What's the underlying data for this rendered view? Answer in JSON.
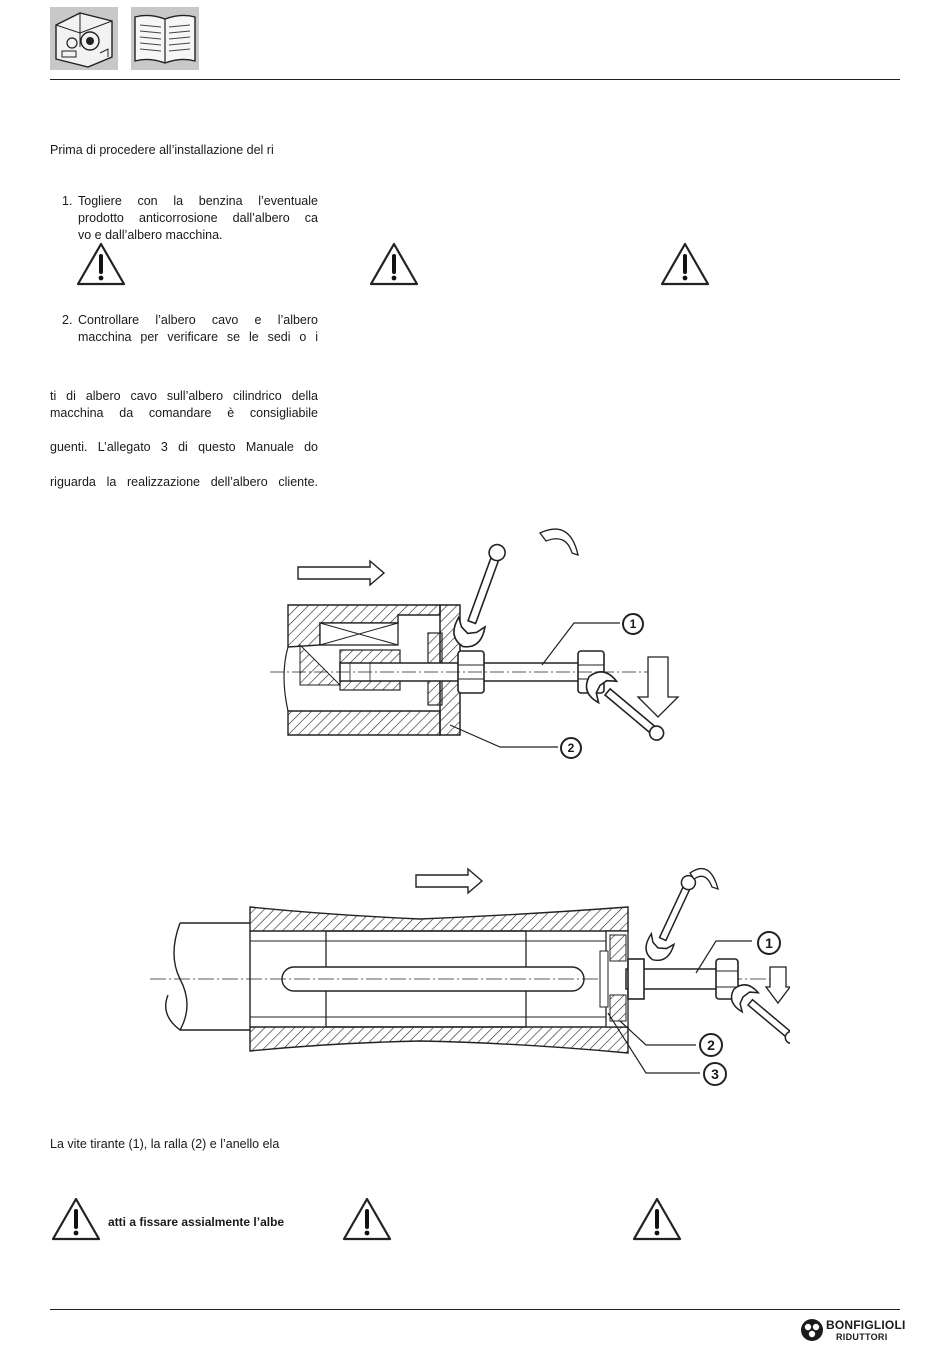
{
  "header": {
    "icons": [
      "gearbox-icon",
      "manual-book-icon"
    ]
  },
  "intro": {
    "text": "Prima di procedere all’installazione del ri"
  },
  "steps": [
    {
      "num": "1.",
      "lines": [
        "Togliere con la benzina l’eventuale",
        "prodotto anticorrosione dall’albero ca",
        "vo e dall’albero macchina."
      ]
    },
    {
      "num": "2.",
      "lines": [
        "Controllare l’albero cavo e l’albero",
        "macchina per verificare se le sedi o i"
      ]
    }
  ],
  "paragraph2": {
    "lines": [
      "ti di albero cavo sull’albero cilindrico della",
      "macchina da comandare è consigliabile"
    ],
    "line3": "guenti. L’allegato 3 di questo Manuale do",
    "line4": "riguarda la realizzazione dell’albero cliente."
  },
  "figure1": {
    "callouts": [
      "1",
      "2"
    ]
  },
  "figure2": {
    "callouts": [
      "1",
      "2",
      "3"
    ]
  },
  "caption": {
    "text": "La vite tirante (1), la ralla (2) e l’anello ela"
  },
  "warning_note": {
    "text": "atti a fissare assialmente l’albe"
  },
  "footer": {
    "brand": "BONFIGLIOLI",
    "sub": "RIDUTTORI"
  },
  "colors": {
    "ink": "#1a1a1a",
    "icon_bg": "#c8c8c8"
  }
}
